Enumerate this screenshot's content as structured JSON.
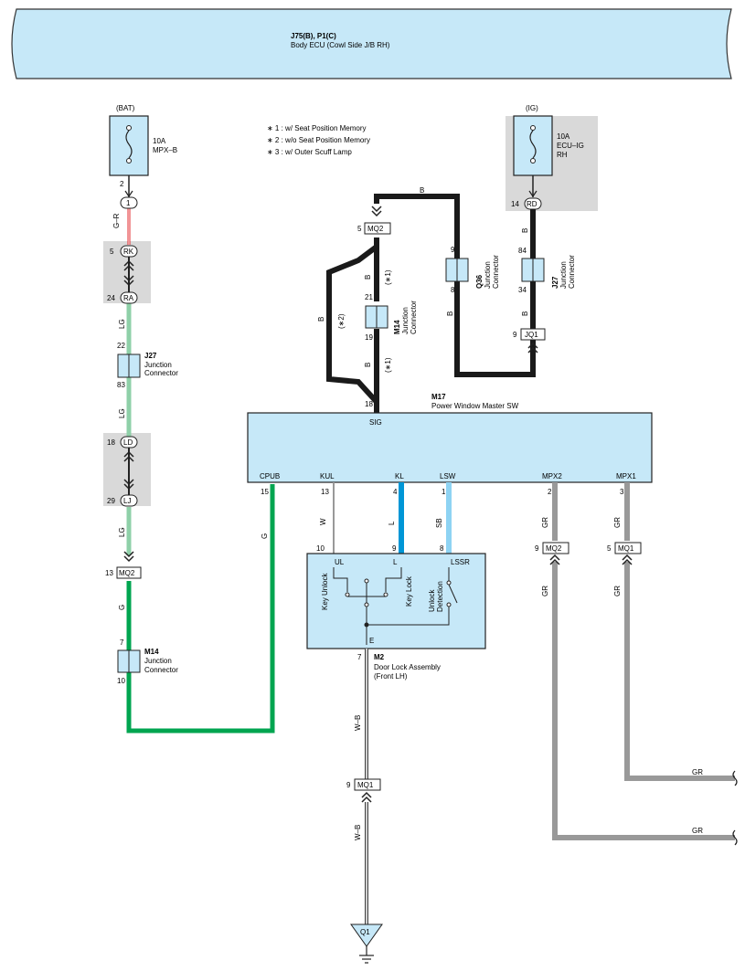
{
  "ecu": {
    "ids": "J75(B), P1(C)",
    "name": "Body ECU (Cowl Side J/B RH)"
  },
  "notes": [
    "∗ 1 : w/ Seat Position Memory",
    "∗ 2 : w/o Seat Position Memory",
    "∗ 3 : w/ Outer Scuff Lamp"
  ],
  "bat": {
    "label": "(BAT)",
    "fuse_amp": "10A",
    "fuse_name": "MPX–B",
    "pin": "2",
    "conn": "1"
  },
  "ig": {
    "label": "(IG)",
    "fuse_amp": "10A",
    "fuse_name1": "ECU–IG",
    "fuse_name2": "RH",
    "pin": "14",
    "conn": "RD"
  },
  "left_chain": {
    "wire_gr": "G–R",
    "rk_pin": "5",
    "rk": "RK",
    "ra_pin": "24",
    "ra": "RA",
    "lg1": "LG",
    "j27_top": "22",
    "j27_bot": "83",
    "j27_id": "J27",
    "j27_name1": "Junction",
    "j27_name2": "Connector",
    "lg2": "LG",
    "ld_pin": "18",
    "ld": "LD",
    "lj_pin": "29",
    "lj": "LJ",
    "lg3": "LG",
    "mq2_pin": "13",
    "mq2": "MQ2",
    "g1": "G",
    "m14_top": "7",
    "m14_bot": "10",
    "m14_id": "M14",
    "m14_name1": "Junction",
    "m14_name2": "Connector",
    "g_vert": "G"
  },
  "sig_branch": {
    "mq2_pin": "5",
    "mq2": "MQ2",
    "b_top": "B",
    "b1": "B",
    "s1": "(∗1)",
    "b2": "B",
    "s2": "(∗2)",
    "m14_top": "21",
    "m14_bot": "19",
    "m14_id": "M14",
    "m14_name1": "Junction",
    "m14_name2": "Connector",
    "b3": "B",
    "s3": "(∗1)",
    "pin18": "18"
  },
  "q36": {
    "top": "9",
    "bot": "8",
    "id": "Q36",
    "name1": "Junction",
    "name2": "Connector",
    "wire_b": "B"
  },
  "j27r": {
    "top": "84",
    "bot": "34",
    "id": "J27",
    "name1": "Junction",
    "name2": "Connector",
    "wire_b1": "B",
    "wire_b2": "B",
    "jq1_pin": "9",
    "jq1": "JQ1"
  },
  "m17": {
    "id": "M17",
    "name": "Power Window Master SW",
    "sig": "SIG",
    "pins": [
      {
        "label": "CPUB",
        "pin": "15",
        "wire": "G"
      },
      {
        "label": "KUL",
        "pin": "13",
        "wire": "W"
      },
      {
        "label": "KL",
        "pin": "4",
        "wire": "L"
      },
      {
        "label": "LSW",
        "pin": "1",
        "wire": "SB"
      },
      {
        "label": "MPX2",
        "pin": "2",
        "wire": "GR"
      },
      {
        "label": "MPX1",
        "pin": "3",
        "wire": "GR"
      }
    ]
  },
  "m2": {
    "id": "M2",
    "name1": "Door Lock Assembly",
    "name2": "(Front LH)",
    "ul": "UL",
    "l": "L",
    "lssr": "LSSR",
    "e": "E",
    "pin_ul": "10",
    "pin_l": "9",
    "pin_lssr": "8",
    "pin_e": "7",
    "key_unlock": "Key Unlock",
    "key_lock": "Key Lock",
    "unlock_det1": "Unlock",
    "unlock_det2": "Detection"
  },
  "ground": {
    "wire1": "W–B",
    "mq1_pin": "9",
    "mq1": "MQ1",
    "wire2": "W–B",
    "id": "Q1"
  },
  "mpx": {
    "mq2_pin": "9",
    "mq2": "MQ2",
    "mq1_pin": "5",
    "mq1": "MQ1",
    "gr_below_left": "GR",
    "gr_below_right": "GR",
    "gr_out1": "GR",
    "gr_out2": "GR"
  },
  "colors": {
    "connector_fill": "#c6e8f8",
    "gray_box": "#d9d9d9",
    "wire_green": "#00a550",
    "wire_lightgreen": "#8fd0a8",
    "wire_blue": "#0096d6",
    "wire_skyblue": "#8ed3f3",
    "wire_gray": "#999999",
    "wire_black": "#1a1a1a",
    "wire_red": "#e3282c"
  }
}
